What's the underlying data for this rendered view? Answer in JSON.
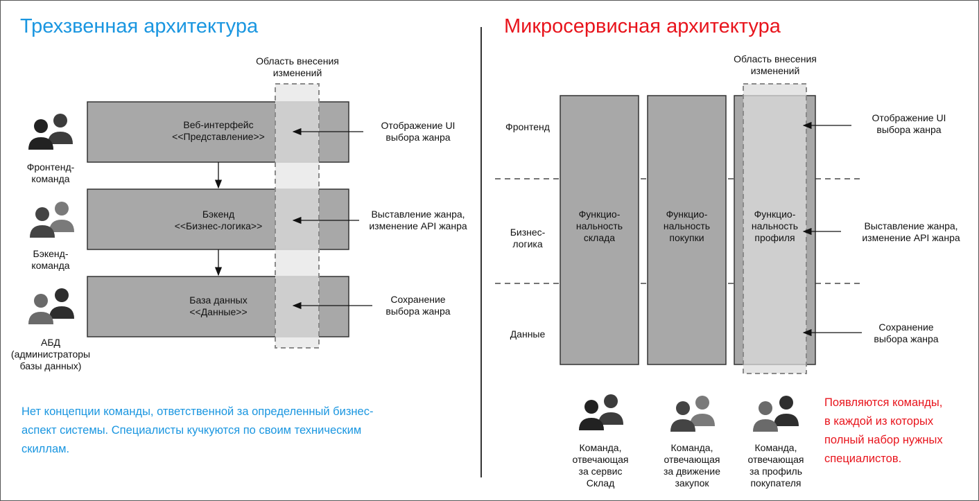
{
  "left": {
    "title": "Трехзвенная архитектура",
    "change_area": "Область внесения\nизменений",
    "layers": [
      {
        "name": "Веб-интерфейс\n<<Представление>>",
        "annotation": "Отображение UI\nвыбора жанра"
      },
      {
        "name": "Бэкенд\n<<Бизнес-логика>>",
        "annotation": "Выставление жанра,\nизменение API жанра"
      },
      {
        "name": "База данных\n<<Данные>>",
        "annotation": "Сохранение\nвыбора жанра"
      }
    ],
    "teams": [
      "Фронтенд-\nкоманда",
      "Бэкенд-\nкоманда",
      "АБД\n(администраторы\nбазы данных)"
    ],
    "note": "Нет концепции команды, ответственной за определенный бизнес-\nаспект системы. Специалисты кучкуются по своим техническим\nскиллам."
  },
  "right": {
    "title": "Микросервисная архитектура",
    "change_area": "Область внесения\nизменений",
    "layers": [
      "Фронтенд",
      "Бизнес-\nлогика",
      "Данные"
    ],
    "services": [
      "Функцио-\nнальность\nсклада",
      "Функцио-\nнальность\nпокупки",
      "Функцио-\nнальность\nпрофиля"
    ],
    "annotations": [
      "Отображение UI\nвыбора жанра",
      "Выставление жанра,\nизменение API жанра",
      "Сохранение\nвыбора жанра"
    ],
    "teams": [
      "Команда,\nотвечающая\nза сервис\nСклад",
      "Команда,\nотвечающая\nза движение\nзакупок",
      "Команда,\nотвечающая\nза профиль\nпокупателя"
    ],
    "note": "Появляются команды,\nв каждой из которых\nполный набор нужных\nспециалистов."
  },
  "colors": {
    "blue": "#1a96e0",
    "red": "#e8141c",
    "box": "#a8a8a8",
    "overlay": "#dcdcdc"
  }
}
